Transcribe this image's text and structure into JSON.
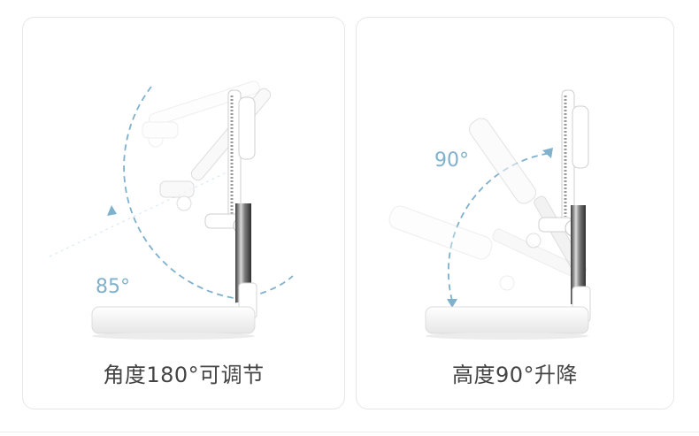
{
  "cards": [
    {
      "angle_label": "85°",
      "caption": "角度180°可调节"
    },
    {
      "angle_label": "90°",
      "caption": "高度90°升降"
    }
  ],
  "colors": {
    "accent": "#7fb0cc",
    "caption_text": "#444444",
    "card_border": "#e7e7e7",
    "stand_white": "#ffffff",
    "stand_shadow": "#d8d8d8",
    "chrome": "#6a6a6a"
  }
}
